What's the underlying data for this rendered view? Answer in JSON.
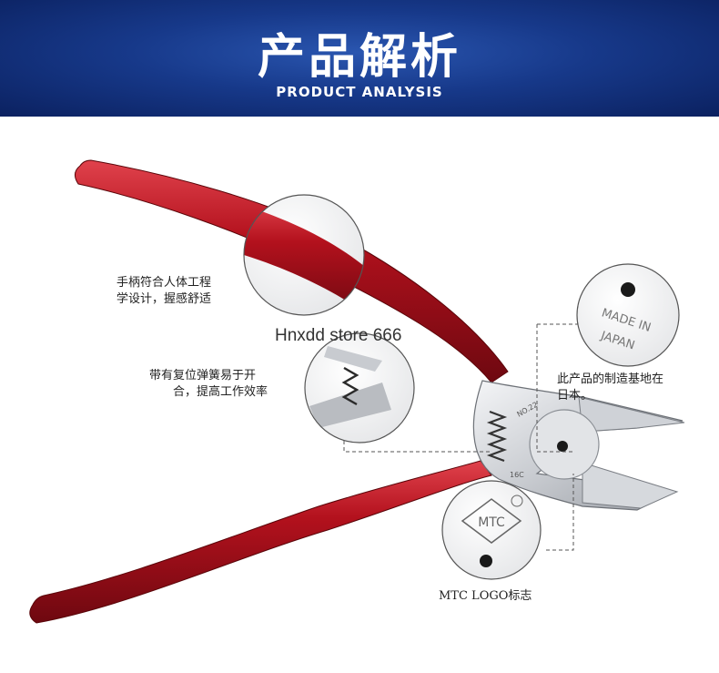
{
  "banner": {
    "title": "产品解析",
    "subtitle": "PRODUCT ANALYSIS"
  },
  "callouts": {
    "handle_line1": "手柄符合人体工程",
    "handle_line2": "学设计，握感舒适",
    "spring_line1": "带有复位弹簧易于开",
    "spring_line2": "合，提高工作效率",
    "origin_line1": "此产品的制造基地在",
    "origin_line2": "日本。",
    "logo_label": "MTC LOGO标志"
  },
  "stamp": {
    "made_in": "MADE IN",
    "japan": "JAPAN",
    "logo_text": "MTC",
    "model": "NO.22",
    "size": "16C"
  },
  "watermark": "Hnxdd store 666",
  "colors": {
    "banner": "#17398a",
    "handle": "#b3111d",
    "steel": "#d4d7db"
  }
}
